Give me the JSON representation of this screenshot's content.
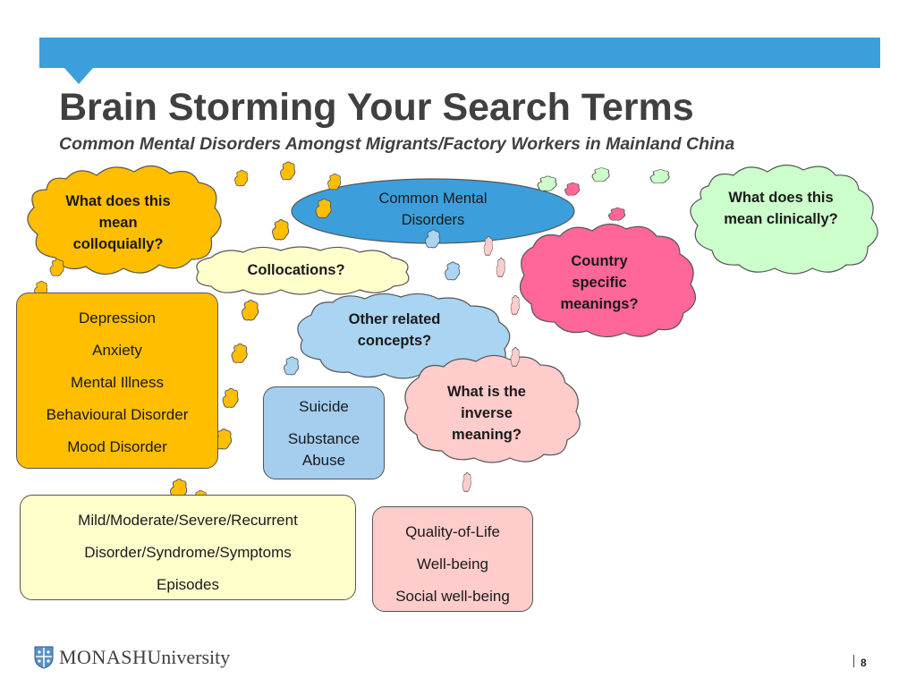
{
  "slide": {
    "title": "Brain Storming Your Search Terms",
    "subtitle": "Common Mental Disorders Amongst Migrants/Factory Workers in Mainland China",
    "page_number": "8"
  },
  "bubbles": {
    "colloquial": "What does this mean colloquially?",
    "central": "Common Mental Disorders",
    "clinical": "What does this mean clinically?",
    "collocations": "Collocations?",
    "country": "Country specific meanings?",
    "related": "Other related concepts?",
    "inverse": "What is the inverse meaning?"
  },
  "boxes": {
    "disorders": [
      "Depression",
      "Anxiety",
      "Mental Illness",
      "Behavioural Disorder",
      "Mood Disorder"
    ],
    "suicide": [
      "Suicide",
      "Substance",
      "Abuse"
    ],
    "severity": [
      "Mild/Moderate/Severe/Recurrent",
      "Disorder/Syndrome/Symptoms",
      "Episodes"
    ],
    "quality": [
      "Quality-of-Life",
      "Well-being",
      "Social well-being"
    ]
  },
  "colors": {
    "banner": "#3c9fdc",
    "orange": "#ffbe00",
    "blue": "#3c9fdc",
    "light_green": "#ccffcc",
    "light_yellow": "#ffffcc",
    "pink": "#ff6699",
    "light_blue": "#a9d4f2",
    "light_pink": "#ffcccc",
    "steel_blue": "#a5cdee"
  },
  "logo": {
    "brand": "MONASH",
    "suffix": "University",
    "icon": "monash-crest-icon"
  }
}
